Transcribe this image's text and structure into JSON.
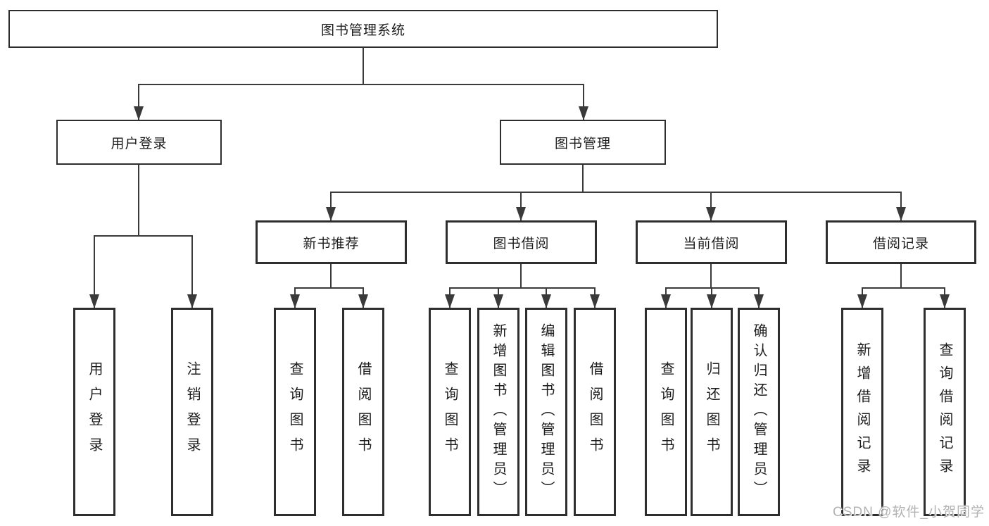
{
  "nodes": {
    "root": {
      "label": "图书管理系统"
    },
    "level2": [
      {
        "label": "用户登录"
      },
      {
        "label": "图书管理"
      }
    ],
    "level3": [
      {
        "label": "新书推荐"
      },
      {
        "label": "图书借阅"
      },
      {
        "label": "当前借阅"
      },
      {
        "label": "借阅记录"
      }
    ],
    "leaves_user_login": [
      {
        "label": "用户登录"
      },
      {
        "label": "注销登录"
      }
    ],
    "leaves_new_book": [
      {
        "label": "查询图书"
      },
      {
        "label": "借阅图书"
      }
    ],
    "leaves_book_borrow": [
      {
        "label": "查询图书"
      },
      {
        "label": "新增图书（管理员）"
      },
      {
        "label": "编辑图书（管理员）"
      },
      {
        "label": "借阅图书"
      }
    ],
    "leaves_current_borrow": [
      {
        "label": "查询图书"
      },
      {
        "label": "归还图书"
      },
      {
        "label": "确认归还（管理员）"
      }
    ],
    "leaves_borrow_record": [
      {
        "label": "新增借阅记录"
      },
      {
        "label": "查询借阅记录"
      }
    ]
  },
  "watermark": "CSDN @软件_小贺同学",
  "colors": {
    "line": "#3a3a3a",
    "border": "#2e2e2e",
    "text": "#1c1c1c",
    "watermark": "#b3b3b3"
  }
}
